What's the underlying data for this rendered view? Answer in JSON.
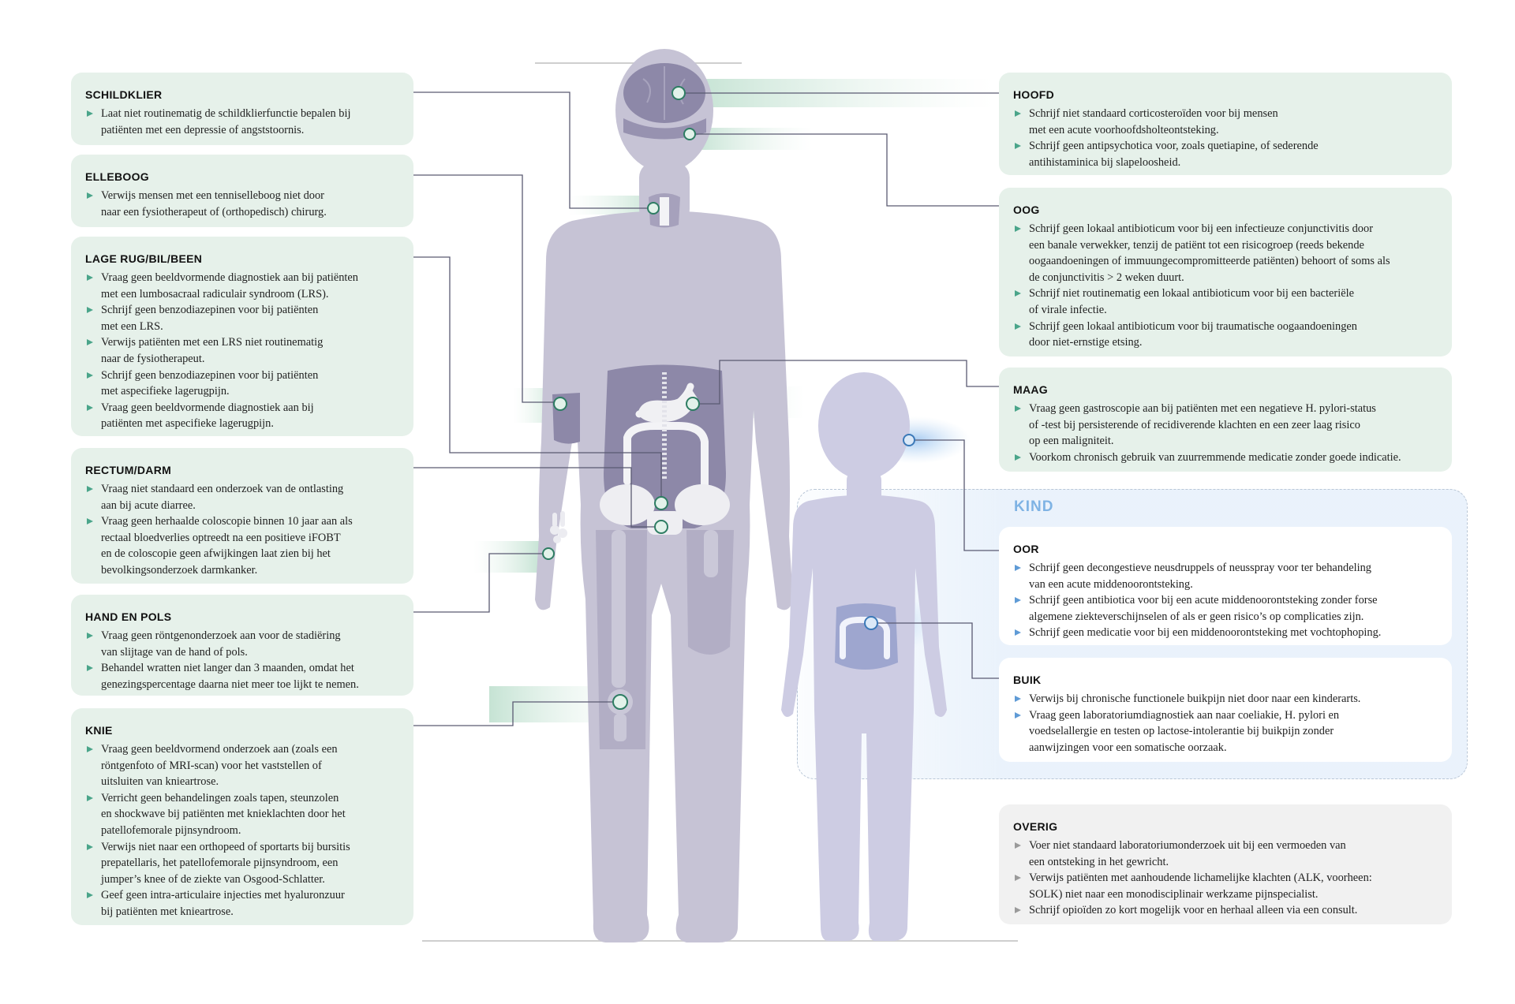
{
  "kind_title": "KIND",
  "colors": {
    "green_accent": "#4aa58a",
    "blue_accent": "#5f9bd6",
    "grey_accent": "#9a9a9a",
    "green_box": "#e6f1ea",
    "grey_box": "#f1f1f1",
    "body": "#c5c2d4",
    "child_body": "#cbcae3"
  },
  "left_panels": [
    {
      "id": "schildklier",
      "title": "SCHILDKLIER",
      "items": [
        "Laat niet routinematig de schildklierfunctie bepalen bij\npatiënten met een depressie of angststoornis."
      ]
    },
    {
      "id": "elleboog",
      "title": "ELLEBOOG",
      "items": [
        "Verwijs mensen met een tenniselleboog niet door\nnaar een fysiotherapeut of (orthopedisch) chirurg."
      ]
    },
    {
      "id": "lage-rug",
      "title": "LAGE RUG/BIL/BEEN",
      "items": [
        "Vraag geen beeldvormende diagnostiek aan bij patiënten\nmet een lumbosacraal radiculair syndroom (LRS).",
        "Schrijf geen benzodiazepinen voor bij patiënten\nmet een LRS.",
        "Verwijs patiënten met een LRS niet routinematig\nnaar de fysiotherapeut.",
        "Schrijf geen benzodiazepinen voor bij patiënten\nmet aspecifieke lagerugpijn.",
        "Vraag geen beeldvormende diagnostiek aan bij\npatiënten met aspecifieke lagerugpijn."
      ]
    },
    {
      "id": "rectum",
      "title": "RECTUM/DARM",
      "items": [
        "Vraag niet standaard een onderzoek van de ontlasting\naan bij acute diarree.",
        "Vraag geen herhaalde coloscopie binnen 10 jaar aan als\nrectaal bloedverlies optreedt na een positieve iFOBT\nen de coloscopie geen afwijkingen laat zien bij het\nbevolkingsonderzoek darmkanker."
      ]
    },
    {
      "id": "hand",
      "title": "HAND EN POLS",
      "items": [
        "Vraag geen röntgenonderzoek aan voor de stadiëring\nvan slijtage van de hand of pols.",
        "Behandel wratten niet langer dan 3 maanden, omdat het\ngenezingspercentage daarna niet meer toe lijkt te nemen."
      ]
    },
    {
      "id": "knie",
      "title": "KNIE",
      "items": [
        "Vraag geen beeldvormend onderzoek aan (zoals een\nröntgenfoto of MRI-scan) voor het vaststellen of\nuitsluiten van knieartrose.",
        "Verricht geen behandelingen zoals tapen, steunzolen\nen shockwave bij patiënten met knieklachten door het\npatellofemorale pijnsyndroom.",
        "Verwijs niet naar een orthopeed of sportarts bij bursitis\nprepatellaris, het patellofemorale pijnsyndroom, een\njumper’s knee of de ziekte van Osgood-Schlatter.",
        "Geef geen intra-articulaire injecties met hyaluronzuur\nbij patiënten met knieartrose."
      ]
    }
  ],
  "right_panels": [
    {
      "id": "hoofd",
      "title": "HOOFD",
      "items": [
        "Schrijf niet standaard corticosteroïden voor bij mensen\nmet een acute voorhoofdsholteontsteking.",
        "Schrijf geen antipsychotica voor, zoals quetiapine, of sederende\nantihistaminica bij slapeloosheid."
      ]
    },
    {
      "id": "oog",
      "title": "OOG",
      "items": [
        "Schrijf geen lokaal antibioticum voor bij een infectieuze conjunctivitis door\neen banale verwekker, tenzij de patiënt tot een risicogroep (reeds bekende\noogaandoeningen of immuungecompromitteerde patiënten) behoort of soms als\nde conjunctivitis > 2 weken duurt.",
        "Schrijf niet routinematig een lokaal antibioticum voor bij een bacteriële\nof virale infectie.",
        "Schrijf geen lokaal antibioticum voor bij traumatische oogaandoeningen\ndoor niet-ernstige etsing."
      ]
    },
    {
      "id": "maag",
      "title": "MAAG",
      "items": [
        "Vraag geen gastroscopie aan bij patiënten met een negatieve H. pylori-status\nof -test bij persisterende of recidiverende klachten en een zeer laag risico\nop een maligniteit.",
        "Voorkom chronisch gebruik van zuurremmende medicatie zonder goede indicatie."
      ]
    },
    {
      "id": "oor",
      "title": "OOR",
      "items": [
        "Schrijf geen decongestieve neusdruppels of neusspray voor ter behandeling\nvan een acute middenoorontsteking.",
        "Schrijf geen antibiotica voor bij een acute middenoorontsteking zonder forse\nalgemene ziekteverschijnselen of als er geen risico’s op complicaties zijn.",
        "Schrijf geen medicatie voor bij een middenoorontsteking met vochtophoping."
      ]
    },
    {
      "id": "buik",
      "title": "BUIK",
      "items": [
        "Verwijs bij chronische functionele buikpijn niet door naar een kinderarts.",
        "Vraag geen laboratoriumdiagnostiek aan naar coeliakie, H. pylori en\nvoedselallergie en testen op lactose-intolerantie bij buikpijn zonder\naanwijzingen voor een somatische oorzaak."
      ]
    },
    {
      "id": "overig",
      "title": "OVERIG",
      "items": [
        "Voer niet standaard laboratoriumonderzoek uit bij een vermoeden van\neen ontsteking in het gewricht.",
        "Verwijs patiënten met aanhoudende lichamelijke klachten (ALK, voorheen:\nSOLK) niet naar een monodisciplinair werkzame pijnspecialist.",
        "Schrijf opioïden zo kort mogelijk voor en herhaal alleen via een consult."
      ]
    }
  ]
}
